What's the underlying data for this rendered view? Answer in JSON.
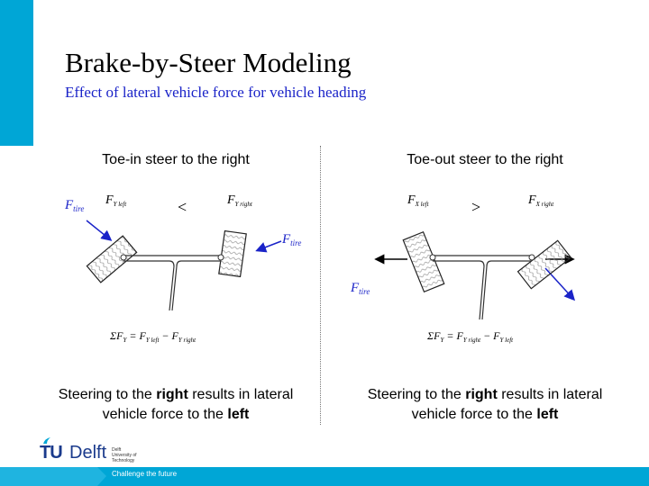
{
  "slide": {
    "title": "Brake-by-Steer Modeling",
    "subtitle": "Effect of lateral vehicle force for vehicle heading",
    "accent_color": "#00a6d6",
    "subtitle_color": "#1a23c8"
  },
  "left_column": {
    "heading": "Toe-in steer to the right",
    "caption_prefix": "Steering to the ",
    "caption_bold1": "right",
    "caption_mid": " results in lateral vehicle force to the ",
    "caption_bold2": "left",
    "diagram": {
      "f_tire_left": "F",
      "f_tire_left_sub": "tire",
      "f_y_left": "F",
      "f_y_left_sub": "Y left",
      "comparator": "<",
      "f_y_right": "F",
      "f_y_right_sub": "Y right",
      "f_tire_right": "F",
      "f_tire_right_sub": "tire",
      "equation": "ΣF",
      "equation_sub": "Y",
      "equation_rest": " = F",
      "equation_sub2": "Y left",
      "equation_minus": " − F",
      "equation_sub3": "Y right"
    }
  },
  "right_column": {
    "heading": "Toe-out steer to the right",
    "caption_prefix": "Steering to the ",
    "caption_bold1": "right",
    "caption_mid": " results in lateral vehicle force to the ",
    "caption_bold2": "left",
    "diagram": {
      "f_x_left": "F",
      "f_x_left_sub": "X left",
      "comparator": ">",
      "f_x_right": "F",
      "f_x_right_sub": "X right",
      "f_tire": "F",
      "f_tire_sub": "tire",
      "equation": "ΣF",
      "equation_sub": "Y",
      "equation_rest": " = F",
      "equation_sub2": "Y right",
      "equation_minus": " − F",
      "equation_sub3": "Y left"
    }
  },
  "footer": {
    "logo_tu": "TU",
    "logo_delft": "Delft",
    "university_text": "Delft\nUniversity of\nTechnology",
    "tagline": "Challenge the future",
    "logo_color": "#1a3a8c"
  }
}
